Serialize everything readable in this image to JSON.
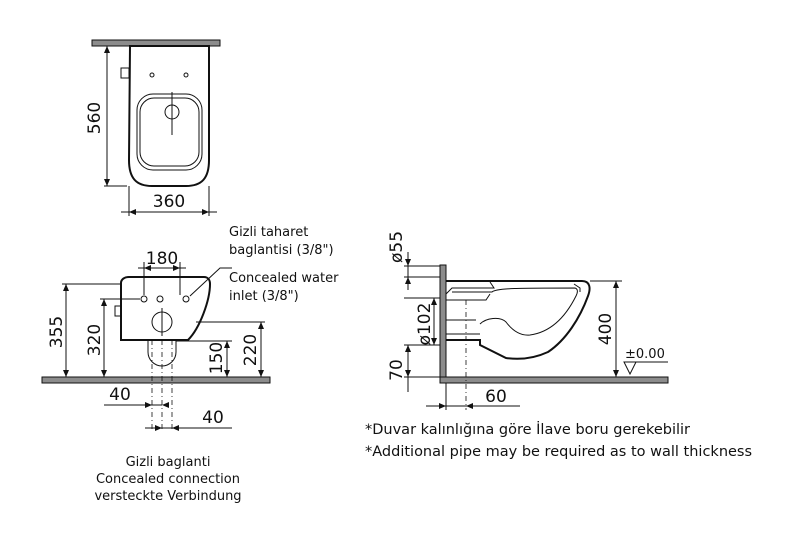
{
  "top_view": {
    "dim_depth": "560",
    "dim_width": "360"
  },
  "front_view": {
    "dim_inlet_spacing": "180",
    "dim_total_height": "355",
    "dim_inlet_height": "320",
    "dim_outlet_height": "150",
    "dim_bidet_height": "220",
    "dim_left_offset": "40",
    "dim_right_offset": "40"
  },
  "side_view": {
    "dim_inlet_dia": "ø55",
    "dim_outlet_dia": "ø102",
    "dim_height": "400",
    "dim_floor_offset": "70",
    "dim_wall_offset": "60",
    "level_mark": "±0.00"
  },
  "labels": {
    "bidet_inlet_tr_line1": "Gizli taharet",
    "bidet_inlet_tr_line2": "baglantisi (3/8\")",
    "bidet_inlet_en_line1": "Concealed water",
    "bidet_inlet_en_line2": "inlet (3/8\")",
    "concealed_tr": "Gizli baglanti",
    "concealed_en": "Concealed connection",
    "concealed_de": "versteckte Verbindung"
  },
  "notes": {
    "note_tr": "*Duvar kalınlığına göre İlave boru gerekebilir",
    "note_en": "*Additional pipe may be required as to wall thickness"
  }
}
